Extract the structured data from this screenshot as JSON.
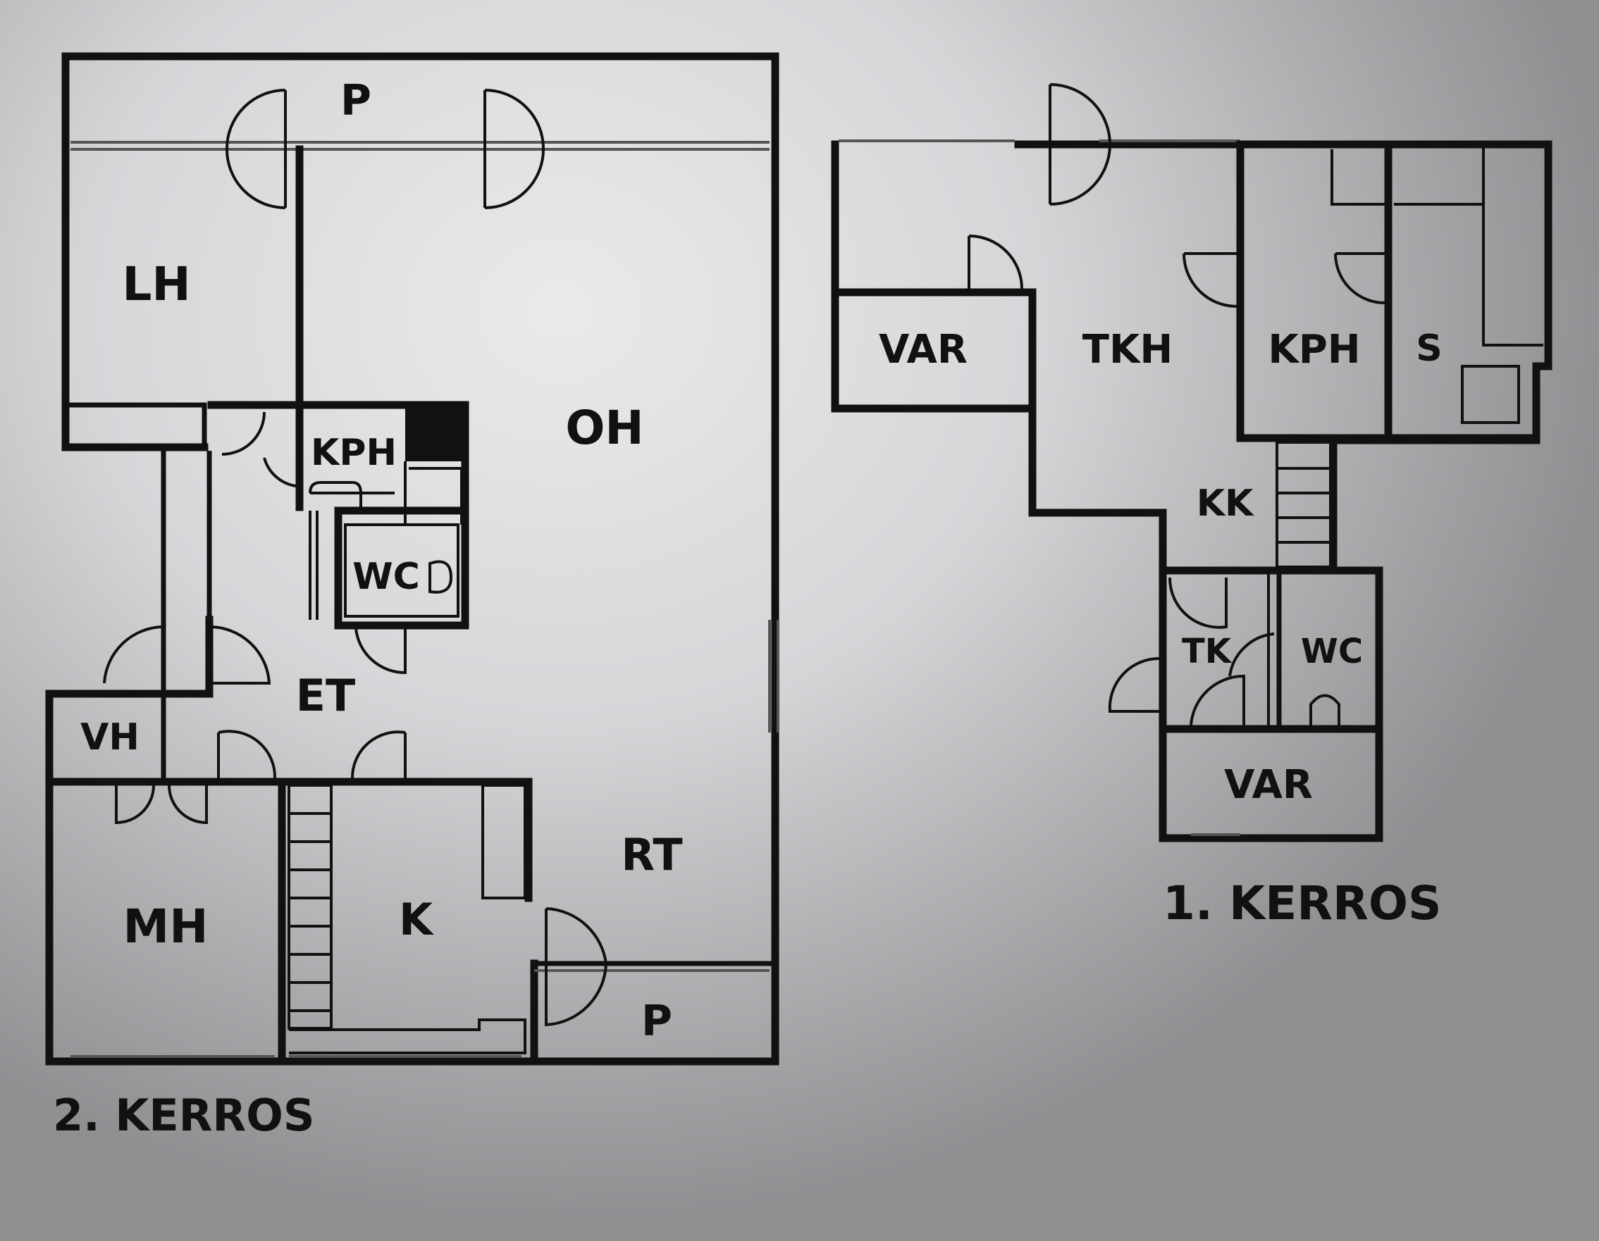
{
  "floors": [
    {
      "title": "2. KERROS",
      "rooms": [
        "P",
        "LH",
        "OH",
        "KPH",
        "WC",
        "ET",
        "VH",
        "MH",
        "K",
        "RT",
        "P"
      ]
    },
    {
      "title": "1. KERROS",
      "rooms": [
        "VAR",
        "TKH",
        "KPH",
        "S",
        "KK",
        "TK",
        "WC",
        "VAR"
      ]
    }
  ]
}
